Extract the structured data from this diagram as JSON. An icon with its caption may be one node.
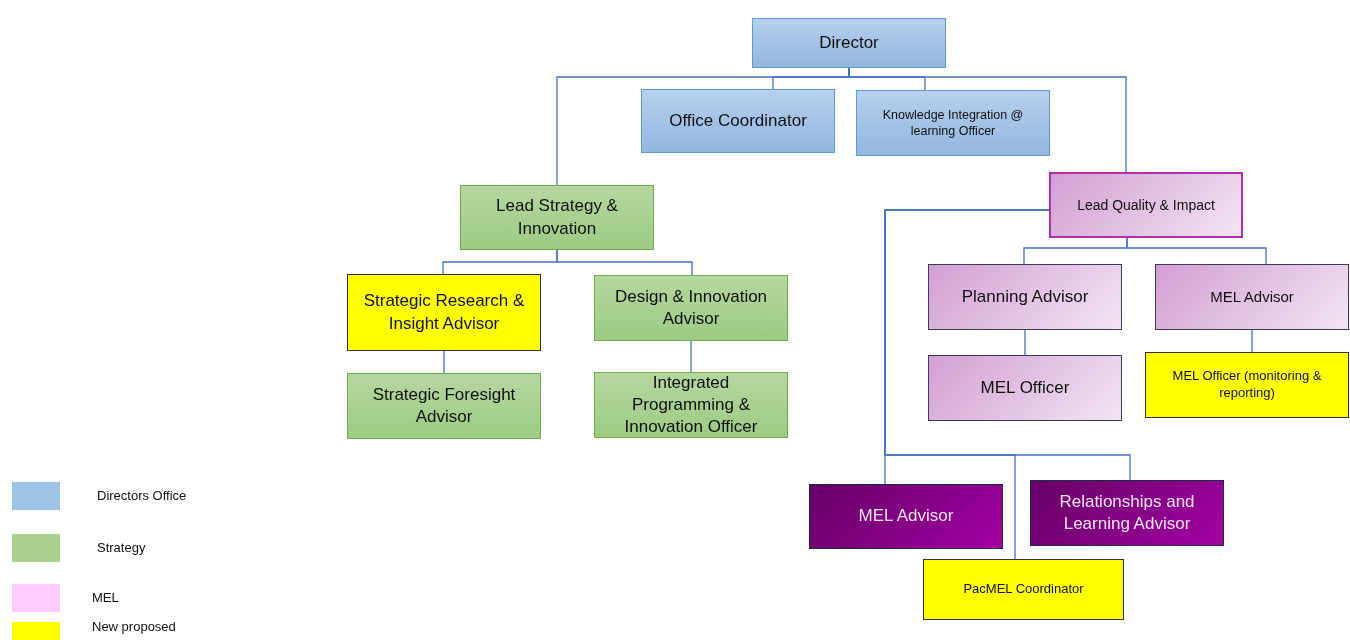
{
  "diagram": {
    "nodes": [
      {
        "text": [
          "Director"
        ]
      },
      {
        "text": [
          "Office Coordinator"
        ]
      },
      {
        "text": [
          "Knowledge Integration @ learning Officer"
        ]
      },
      {
        "text": [
          "Lead Strategy & Innovation"
        ]
      },
      {
        "text": [
          "Lead Quality & Impact"
        ]
      },
      {
        "text": [
          "Strategic Research & Insight Advisor"
        ]
      },
      {
        "text": [
          "Design & Innovation Advisor"
        ]
      },
      {
        "text": [
          "Strategic Foresight Advisor"
        ]
      },
      {
        "text": [
          "Integrated Programming & Innovation Officer"
        ]
      },
      {
        "text": [
          "Planning Advisor"
        ]
      },
      {
        "text": [
          "MEL Advisor"
        ]
      },
      {
        "text": [
          "MEL Officer"
        ]
      },
      {
        "text": [
          "MEL Officer (monitoring & reporting)"
        ]
      },
      {
        "text": [
          "MEL Advisor"
        ]
      },
      {
        "text": [
          "Relationships and Learning Advisor"
        ]
      },
      {
        "text": [
          "PacMEL Coordinator"
        ]
      }
    ],
    "edges": [
      {
        "from": 0,
        "to": 1,
        "arrow": "none"
      },
      {
        "from": 0,
        "to": 2,
        "arrow": "none"
      },
      {
        "from": 0,
        "to": 3,
        "arrow": "none"
      },
      {
        "from": 0,
        "to": 4,
        "arrow": "none"
      },
      {
        "from": 3,
        "to": 5,
        "arrow": "none"
      },
      {
        "from": 3,
        "to": 6,
        "arrow": "none"
      },
      {
        "from": 5,
        "to": 7,
        "arrow": "none"
      },
      {
        "from": 6,
        "to": 8,
        "arrow": "none"
      },
      {
        "from": 4,
        "to": 9,
        "arrow": "none"
      },
      {
        "from": 4,
        "to": 10,
        "arrow": "none"
      },
      {
        "from": 9,
        "to": 11,
        "arrow": "none"
      },
      {
        "from": 10,
        "to": 12,
        "arrow": "none"
      },
      {
        "from": 4,
        "to": 13,
        "arrow": "none"
      },
      {
        "from": 4,
        "to": 14,
        "arrow": "none"
      },
      {
        "from": 4,
        "to": 15,
        "arrow": "none"
      }
    ],
    "legend": [
      {
        "text": "Directors Office",
        "color": "#9dc3e6"
      },
      {
        "text": "Strategy",
        "color": "#a9d18e"
      },
      {
        "text": "MEL",
        "color": "#ffccff"
      },
      {
        "text": "New proposed",
        "color": "#ffff00"
      }
    ]
  }
}
